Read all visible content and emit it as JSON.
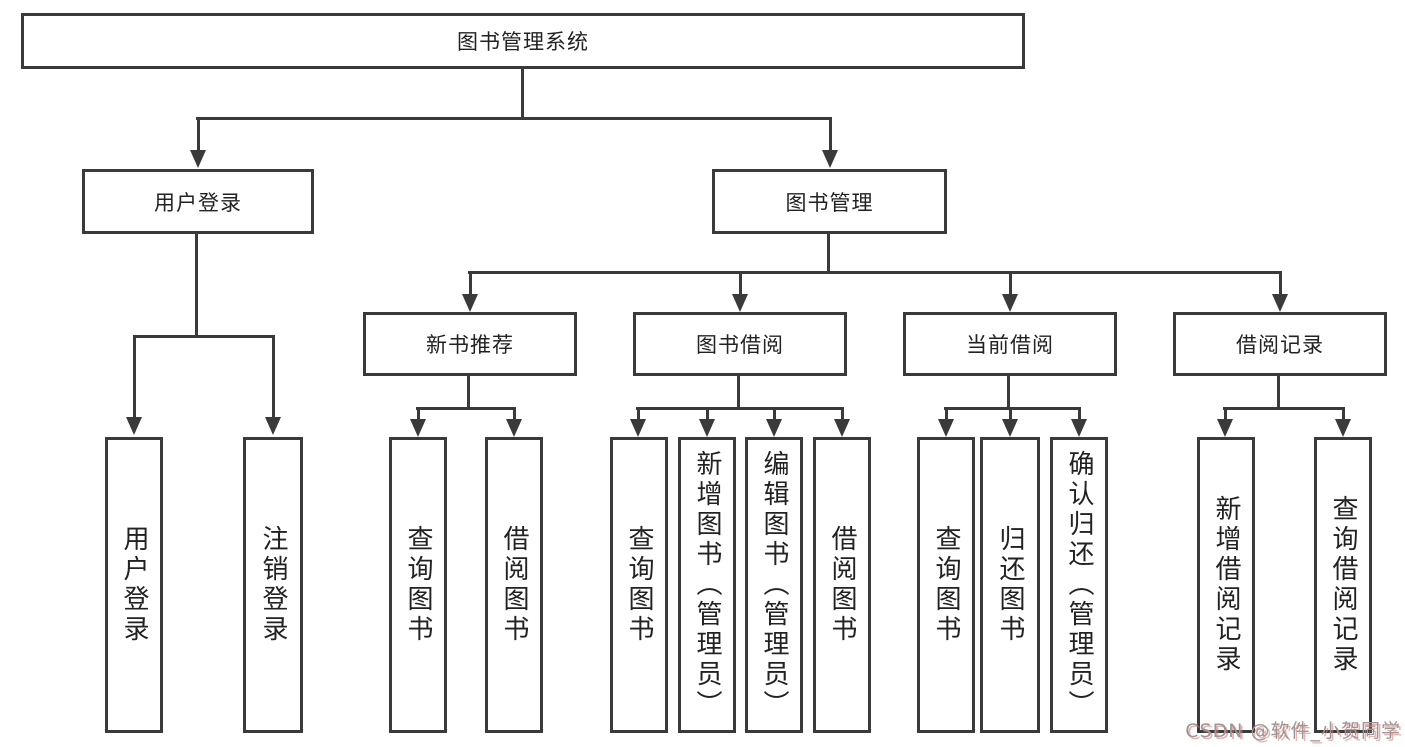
{
  "diagram": {
    "title": "图书管理系统",
    "root": {
      "label": "图书管理系统"
    },
    "level2": [
      {
        "label": "用户登录"
      },
      {
        "label": "图书管理"
      }
    ],
    "level3": [
      {
        "label": "新书推荐"
      },
      {
        "label": "图书借阅"
      },
      {
        "label": "当前借阅"
      },
      {
        "label": "借阅记录"
      }
    ],
    "leaves": [
      {
        "label": "用户登录"
      },
      {
        "label": "注销登录"
      },
      {
        "label": "查询图书"
      },
      {
        "label": "借阅图书"
      },
      {
        "label": "查询图书"
      },
      {
        "label": "新增图书（管理员）"
      },
      {
        "label": "编辑图书（管理员）"
      },
      {
        "label": "借阅图书"
      },
      {
        "label": "查询图书"
      },
      {
        "label": "归还图书"
      },
      {
        "label": "确认归还（管理员）"
      },
      {
        "label": "新增借阅记录"
      },
      {
        "label": "查询借阅记录"
      }
    ]
  },
  "watermark": {
    "text": "CSDN @软件_小贺同学"
  },
  "colors": {
    "line": "#3a3a3a",
    "text": "#222222",
    "background": "#ffffff",
    "watermark": "#989898"
  }
}
